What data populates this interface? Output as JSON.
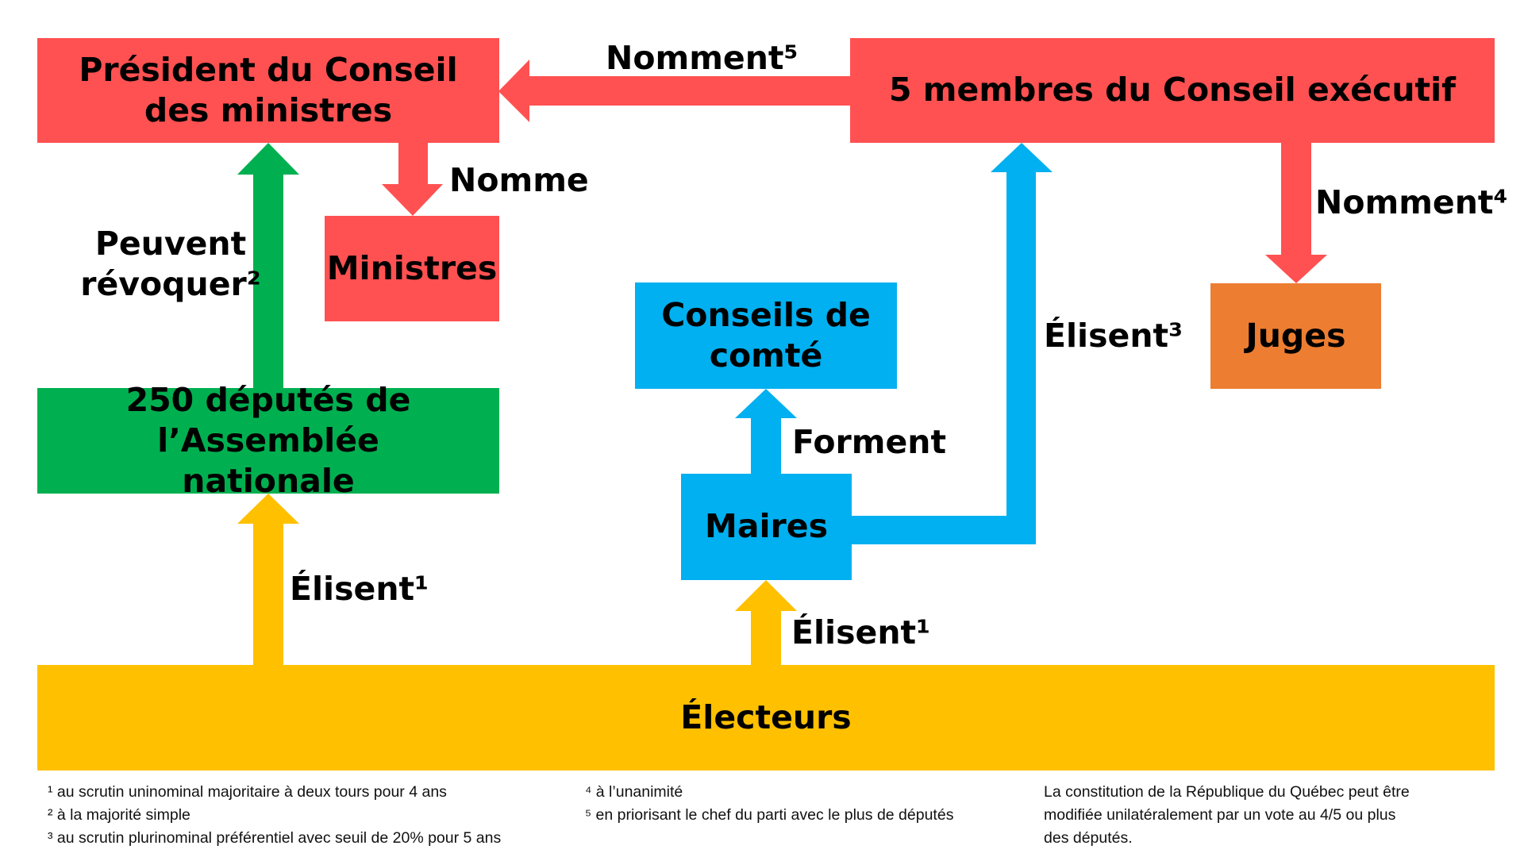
{
  "colors": {
    "red": "#ff5151",
    "green": "#00b050",
    "blue": "#00b0f0",
    "orange": "#ed7d31",
    "yellow": "#ffc000"
  },
  "boxes": {
    "president": "Président du Conseil des ministres",
    "conseil_executif": "5 membres du Conseil exécutif",
    "ministres": "Ministres",
    "juges": "Juges",
    "conseils_comte": "Conseils de comté",
    "deputes": "250 députés de l’Assemblée nationale",
    "maires": "Maires",
    "electeurs": "Électeurs"
  },
  "labels": {
    "nomment_5": "Nomment⁵",
    "nomme": "Nomme",
    "nomment_4": "Nomment⁴",
    "peuvent_revoquer": "Peuvent révoquer²",
    "elisent_3": "Élisent³",
    "forment": "Forment",
    "elisent_1_deputes": "Élisent¹",
    "elisent_1_maires": "Élisent¹"
  },
  "footnotes": {
    "col1": [
      "¹ au scrutin uninominal majoritaire à deux tours pour 4 ans",
      "² à la majorité simple",
      "³ au scrutin plurinominal préférentiel avec seuil de 20% pour 5 ans"
    ],
    "col2": [
      "⁴ à l’unanimité",
      "⁵ en priorisant le chef du parti avec le plus de députés"
    ],
    "col3": [
      "La constitution de la République du Québec peut être",
      "modifiée unilatéralement par un vote au 4/5 ou plus",
      "des députés."
    ]
  }
}
